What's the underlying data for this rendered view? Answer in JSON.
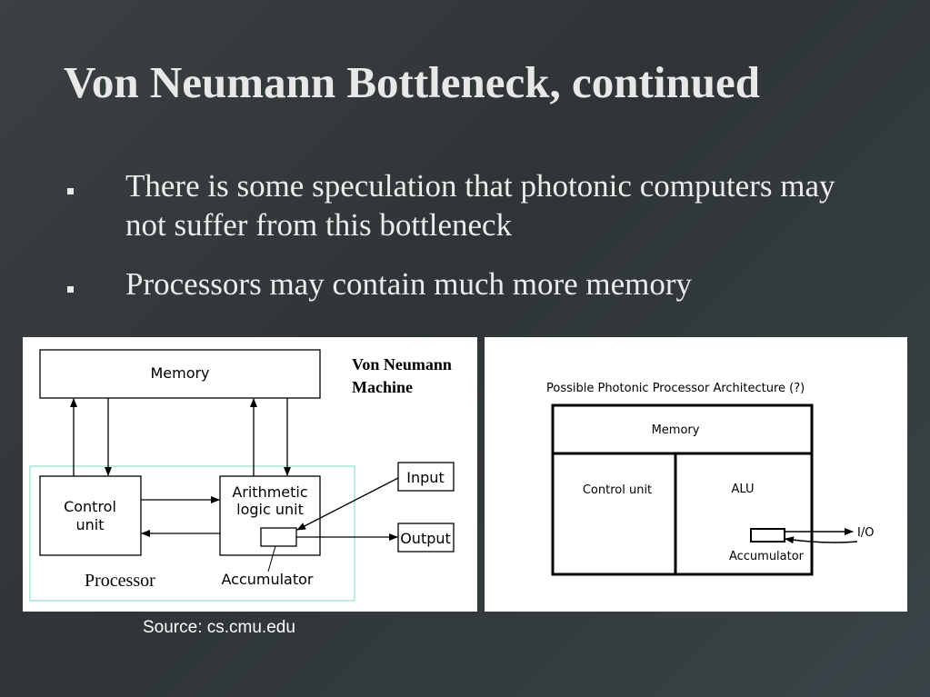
{
  "slide": {
    "title": "Von Neumann Bottleneck, continued",
    "bullets": [
      "There is some speculation that photonic computers may not suffer from this bottleneck",
      "Processors may contain much more memory"
    ],
    "source": "Source: cs.cmu.edu"
  },
  "diagram_left": {
    "heading_line1": "Von Neumann",
    "heading_line2": "Machine",
    "memory": "Memory",
    "control_line1": "Control",
    "control_line2": "unit",
    "alu_line1": "Arithmetic",
    "alu_line2": "logic unit",
    "accumulator": "Accumulator",
    "processor": "Processor",
    "input": "Input",
    "output": "Output",
    "processor_border_color": "#7fd8c4"
  },
  "diagram_right": {
    "heading": "Possible Photonic Processor Architecture (?)",
    "memory": "Memory",
    "control": "Control unit",
    "alu": "ALU",
    "accumulator": "Accumulator",
    "io": "I/O"
  }
}
